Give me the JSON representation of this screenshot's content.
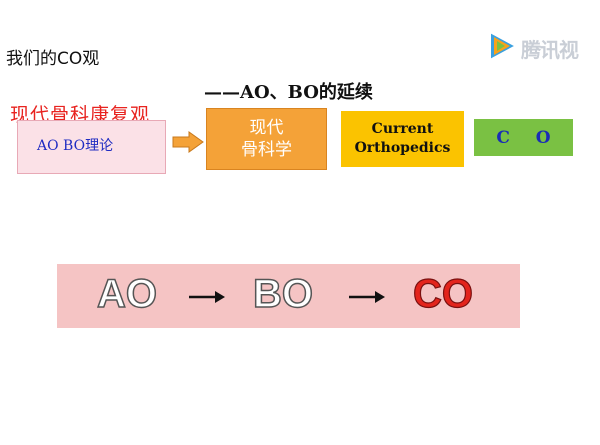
{
  "slide": {
    "title": "我们的CO观",
    "subtitle": "——AO、BO的延续",
    "red_title": "现代骨科康复观",
    "pink_box_label": "AO BO理论",
    "orange_box": [
      "现代",
      "骨科学"
    ],
    "yellow_box": [
      "Current",
      "Orthopedics"
    ],
    "green_box": "C O",
    "sequence": {
      "items": [
        "AO",
        "BO",
        "CO"
      ]
    }
  },
  "watermark": {
    "text": "腾讯视",
    "icon": "tencent-video-play-icon"
  },
  "colors": {
    "red_title": "#e8231f",
    "orange": "#f4a238",
    "yellow": "#fbc300",
    "green": "#7ac143",
    "band": "#f5c4c4",
    "co_red": "#e3241c",
    "blue_text": "#1a2db5"
  }
}
